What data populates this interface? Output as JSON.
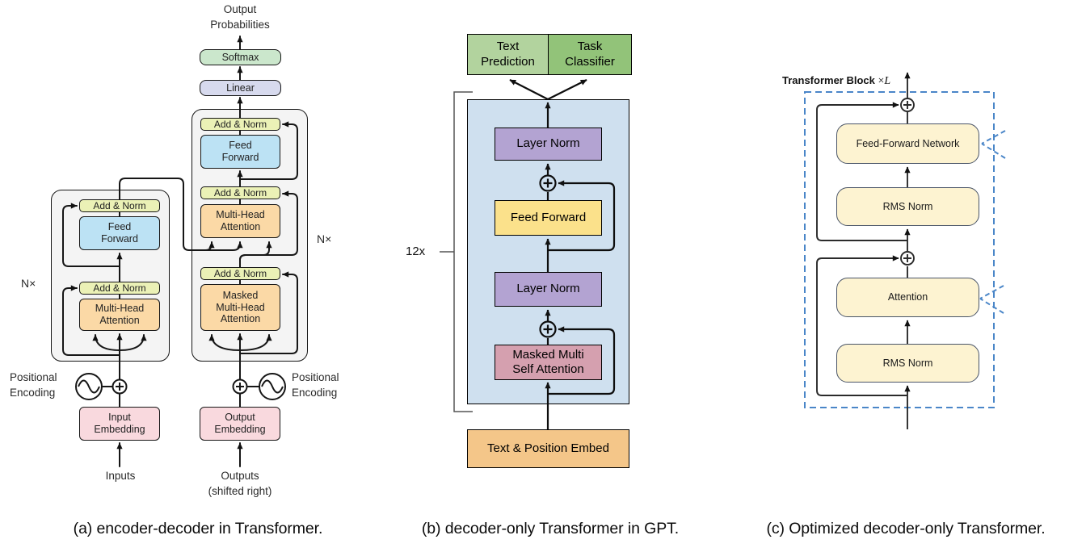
{
  "figure": {
    "captions": {
      "a": "(a) encoder-decoder in Transformer.",
      "b": "(b) decoder-only Transformer in GPT.",
      "c": "(c) Optimized decoder-only Transformer."
    }
  },
  "panel_a": {
    "output_probabilities": "Output\nProbabilities",
    "softmax": "Softmax",
    "linear": "Linear",
    "add_norm": "Add & Norm",
    "feed_forward": "Feed\nForward",
    "multi_head_attention": "Multi-Head\nAttention",
    "masked_multi_head_attention": "Masked\nMulti-Head\nAttention",
    "n_times": "N×",
    "positional_encoding": "Positional\nEncoding",
    "input_embedding": "Input\nEmbedding",
    "output_embedding": "Output\nEmbedding",
    "inputs": "Inputs",
    "outputs_shifted": "Outputs\n(shifted right)",
    "colors": {
      "add_norm": "#ebf1b6",
      "feed_forward": "#bce2f4",
      "attention": "#fbd9a6",
      "embedding": "#f9d9de",
      "softmax": "#cbe7cc",
      "linear": "#d7daee",
      "block_background": "#f4f4f4",
      "line": "#161616"
    }
  },
  "panel_b": {
    "text_prediction": "Text\nPrediction",
    "task_classifier": "Task\nClassifier",
    "layer_norm": "Layer Norm",
    "feed_forward": "Feed Forward",
    "masked_multi_self_attention": "Masked Multi\nSelf Attention",
    "text_position_embed": "Text & Position Embed",
    "repeat_count": "12x",
    "colors": {
      "text_prediction": "#b2d39e",
      "task_classifier": "#92c379",
      "decoder_background": "#cfe0ef",
      "layer_norm": "#b3a3d2",
      "feed_forward": "#fbe18b",
      "masked_attention": "#d5a0af",
      "embed": "#f4c689",
      "line": "#0d0d0d"
    }
  },
  "panel_c": {
    "title_bold": "Transformer Block",
    "times_sign": "×",
    "layers_var": "L",
    "feed_forward_network": "Feed-Forward Network",
    "rms_norm": "RMS Norm",
    "attention": "Attention",
    "colors": {
      "box_fill": "#fdf3d1",
      "box_border": "#4a5568",
      "dashed_border": "#4a86c8",
      "line": "#2b2b2b"
    }
  }
}
